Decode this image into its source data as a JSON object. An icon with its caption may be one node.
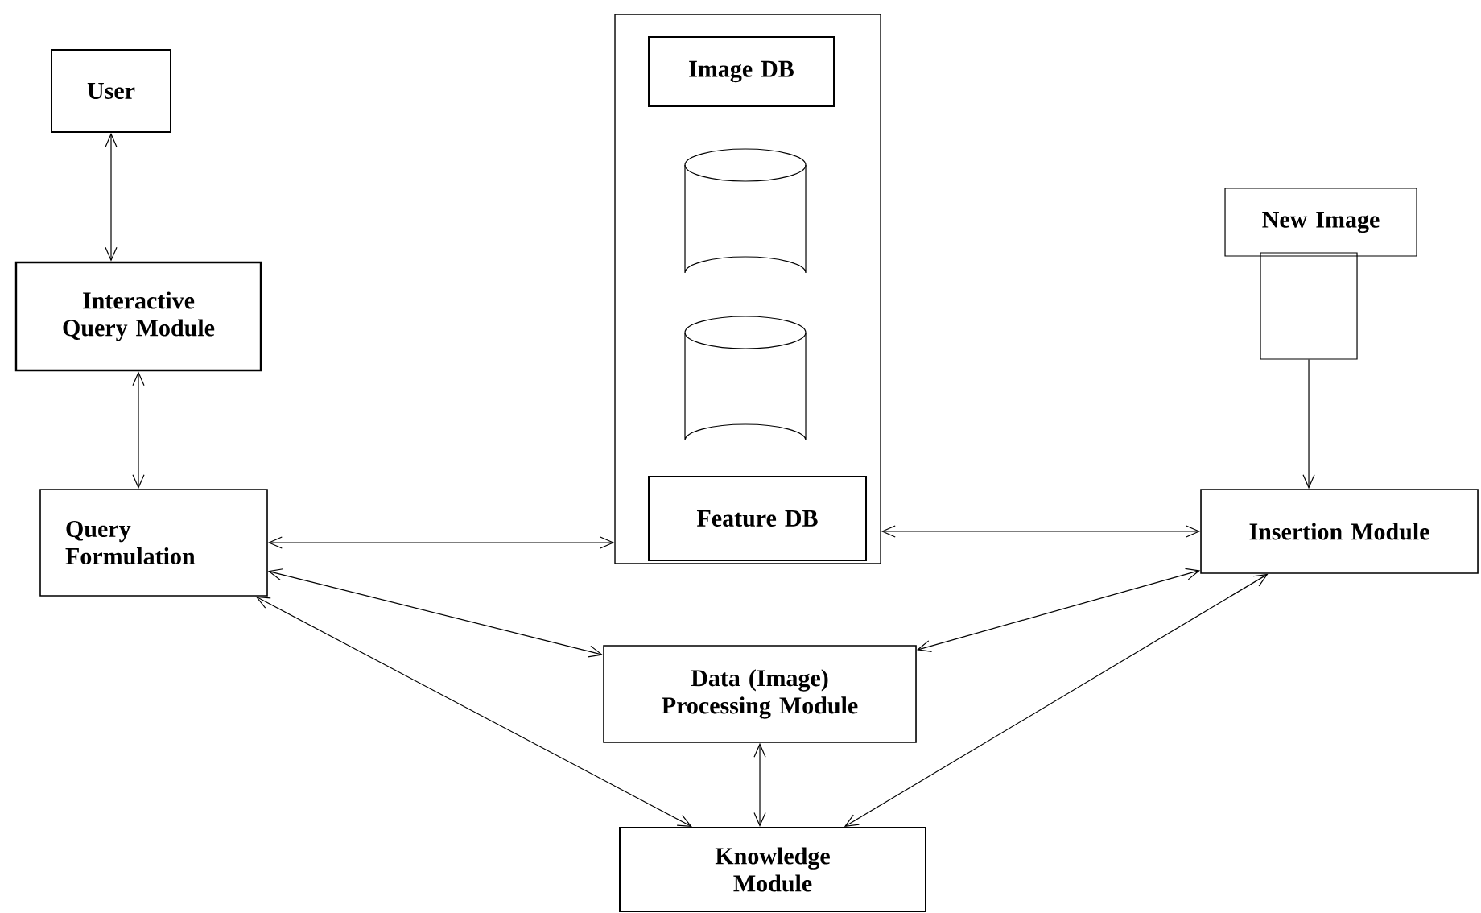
{
  "diagram": {
    "nodes": [
      {
        "text": [
          "User"
        ]
      },
      {
        "text": [
          "Interactive Query Module"
        ]
      },
      {
        "text": [
          "Query Formulation"
        ]
      },
      {
        "text": [],
        "shape": "box"
      },
      {
        "text": [
          "Image DB"
        ],
        "in": 3
      },
      {
        "text": [],
        "shape": "cylinder",
        "in": 3
      },
      {
        "text": [],
        "shape": "cylinder",
        "in": 3
      },
      {
        "text": [
          "Feature DB"
        ],
        "in": 3
      },
      {
        "text": [
          "New Image"
        ]
      },
      {
        "text": [],
        "shape": "box"
      },
      {
        "text": [
          "Insertion Module"
        ]
      },
      {
        "text": [
          "Data (Image) Processing Module"
        ]
      },
      {
        "text": [
          "Knowledge Module"
        ]
      }
    ],
    "edges": [
      {
        "from": 0,
        "to": 1,
        "arrow": "both"
      },
      {
        "from": 1,
        "to": 2,
        "arrow": "both"
      },
      {
        "from": 2,
        "to": 3,
        "arrow": "both"
      },
      {
        "from": 3,
        "to": 10,
        "arrow": "both"
      },
      {
        "from": 9,
        "to": 10,
        "arrow": "to"
      },
      {
        "from": 2,
        "to": 11,
        "arrow": "both"
      },
      {
        "from": 2,
        "to": 12,
        "arrow": "both"
      },
      {
        "from": 10,
        "to": 11,
        "arrow": "both"
      },
      {
        "from": 10,
        "to": 12,
        "arrow": "both"
      },
      {
        "from": 11,
        "to": 12,
        "arrow": "both"
      }
    ]
  }
}
